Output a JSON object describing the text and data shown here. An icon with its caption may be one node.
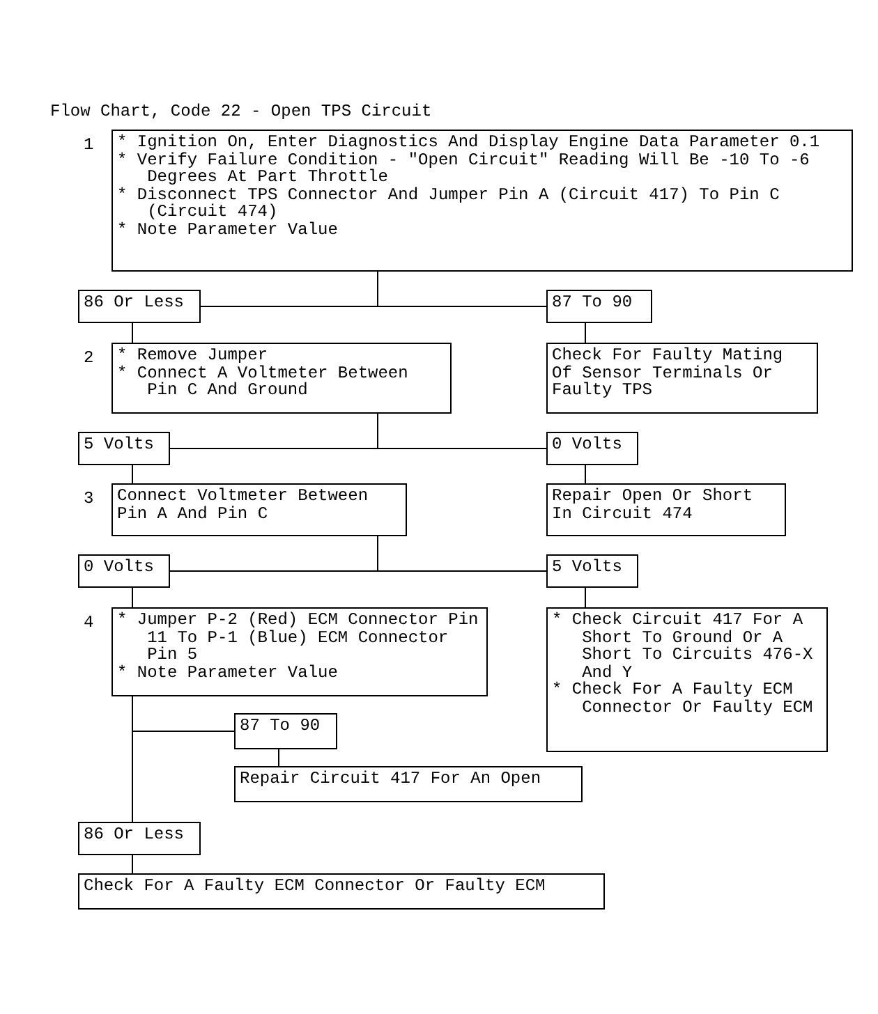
{
  "diagram": {
    "title": "Flow Chart, Code 22 - Open TPS Circuit",
    "nodes": [
      {
        "text": [
          "* Ignition On, Enter Diagnostics And Display Engine Data Parameter 0.1",
          "* Verify Failure Condition - \"Open Circuit\" Reading Will Be -10 To -6 Degrees At Part Throttle",
          "* Disconnect TPS Connector And Jumper Pin A (Circuit 417) To Pin C (Circuit 474)",
          "* Note Parameter Value"
        ],
        "beside": [
          "1"
        ]
      },
      {
        "text": [
          "86 Or Less"
        ]
      },
      {
        "text": [
          "87 To 90"
        ]
      },
      {
        "text": [
          "* Remove Jumper",
          "* Connect A Voltmeter Between Pin C And Ground"
        ],
        "beside": [
          "2"
        ]
      },
      {
        "text": [
          "Check For Faulty Mating Of Sensor Terminals Or Faulty TPS"
        ]
      },
      {
        "text": [
          "5 Volts"
        ]
      },
      {
        "text": [
          "0 Volts"
        ]
      },
      {
        "text": [
          "Connect Voltmeter Between Pin A And Pin C"
        ],
        "beside": [
          "3"
        ]
      },
      {
        "text": [
          "Repair Open Or Short In Circuit 474"
        ]
      },
      {
        "text": [
          "0 Volts"
        ]
      },
      {
        "text": [
          "5 Volts"
        ]
      },
      {
        "text": [
          "* Jumper P-2 (Red) ECM Connector Pin 11 To P-1 (Blue) ECM Connector Pin 5",
          "* Note Parameter Value"
        ],
        "beside": [
          "4"
        ]
      },
      {
        "text": [
          "* Check Circuit 417 For A Short To Ground Or A Short To Circuits 476-X And Y",
          "* Check For A Faulty ECM Connector Or Faulty ECM"
        ]
      },
      {
        "text": [
          "87 To 90"
        ]
      },
      {
        "text": [
          "Repair Circuit 417 For An Open"
        ]
      },
      {
        "text": [
          "86 Or Less"
        ]
      },
      {
        "text": [
          "Check For A Faulty ECM Connector Or Faulty ECM"
        ]
      }
    ],
    "edges": [
      {
        "from": 0,
        "to": 1,
        "arrow": "none"
      },
      {
        "from": 0,
        "to": 2,
        "arrow": "none"
      },
      {
        "from": 1,
        "to": 3,
        "arrow": "none"
      },
      {
        "from": 2,
        "to": 4,
        "arrow": "none"
      },
      {
        "from": 3,
        "to": 5,
        "arrow": "none"
      },
      {
        "from": 3,
        "to": 6,
        "arrow": "none"
      },
      {
        "from": 5,
        "to": 7,
        "arrow": "none"
      },
      {
        "from": 6,
        "to": 8,
        "arrow": "none"
      },
      {
        "from": 7,
        "to": 9,
        "arrow": "none"
      },
      {
        "from": 7,
        "to": 10,
        "arrow": "none"
      },
      {
        "from": 9,
        "to": 11,
        "arrow": "none"
      },
      {
        "from": 10,
        "to": 12,
        "arrow": "none"
      },
      {
        "from": 11,
        "to": 13,
        "arrow": "none"
      },
      {
        "from": 13,
        "to": 14,
        "arrow": "none"
      },
      {
        "from": 11,
        "to": 15,
        "arrow": "none"
      },
      {
        "from": 15,
        "to": 16,
        "arrow": "none"
      }
    ]
  }
}
